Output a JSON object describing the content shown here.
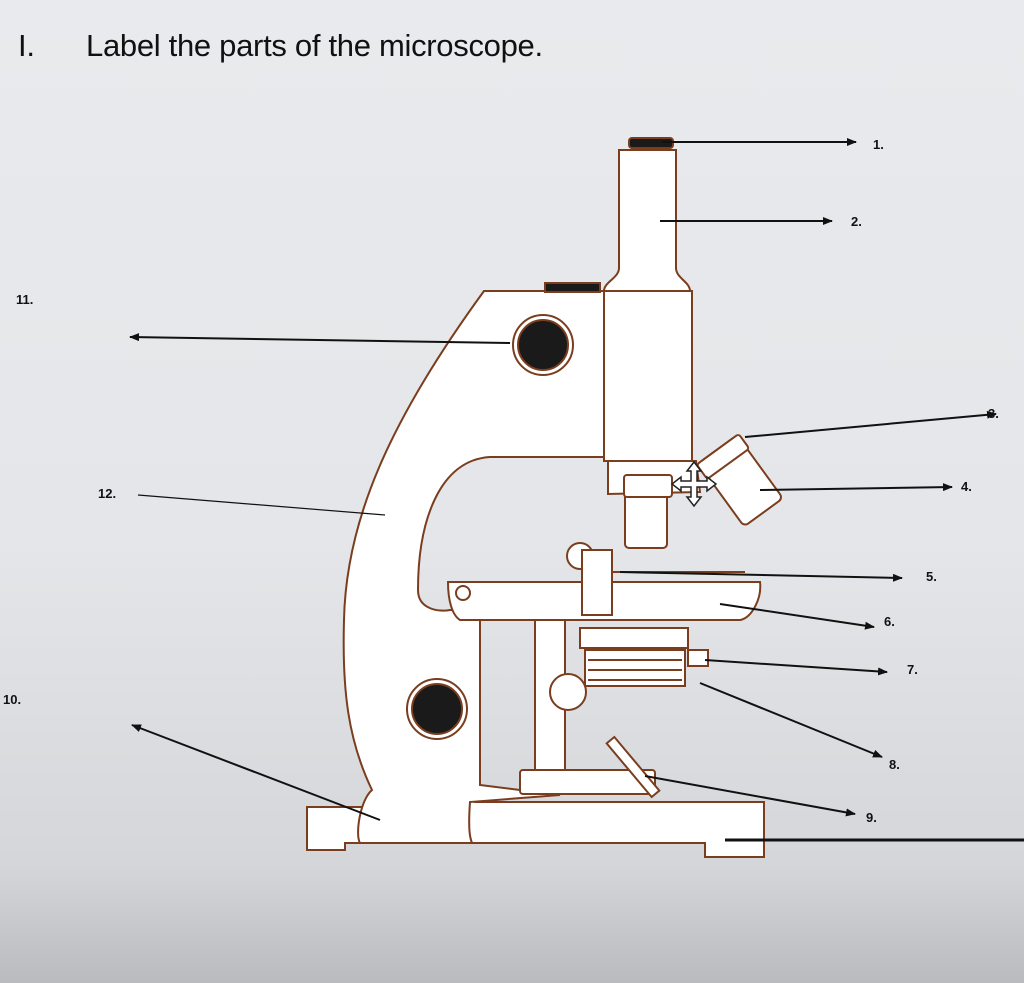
{
  "worksheet": {
    "section_number": "I.",
    "instruction": "Label the parts of the microscope."
  },
  "diagram": {
    "subject": "microscope",
    "labels": [
      "1.",
      "2.",
      "3.",
      "4.",
      "5.",
      "6.",
      "7.",
      "8.",
      "9.",
      "10.",
      "11.",
      "12."
    ]
  },
  "cursor": {
    "icon": "move-cursor-icon"
  },
  "colors": {
    "outline": "#7a3d1e",
    "arrow": "#111111",
    "fill": "#ffffff"
  }
}
